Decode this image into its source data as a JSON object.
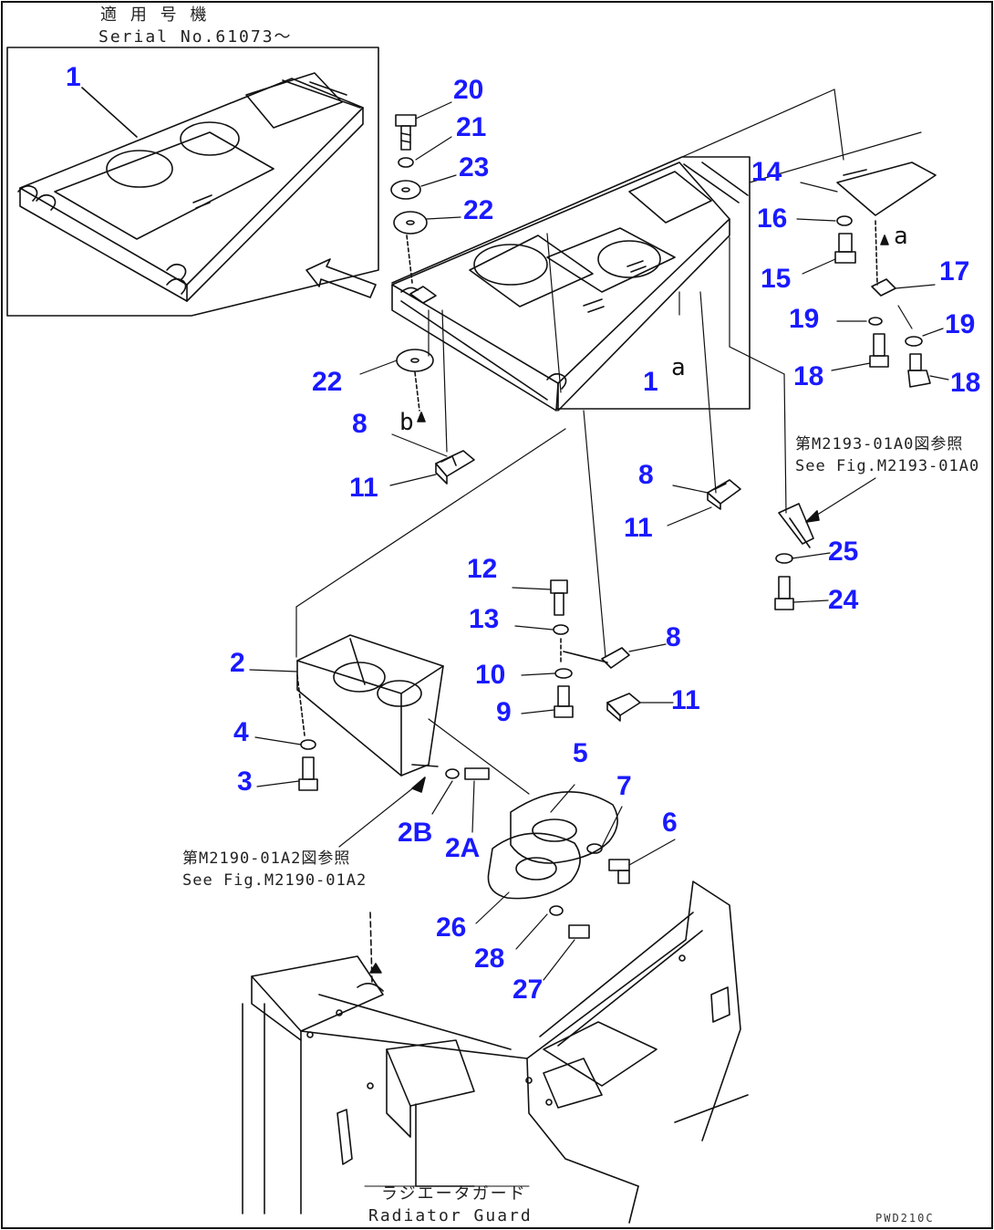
{
  "applicability": {
    "jp": "適 用 号 機",
    "serial": "Serial No.61073～"
  },
  "notes": {
    "ref_m2193_jp": "第M2193-01A0図参照",
    "ref_m2193_en": "See Fig.M2193-01A0",
    "ref_m2190_jp": "第M2190-01A2図参照",
    "ref_m2190_en": "See Fig.M2190-01A2",
    "radiator_guard_jp": "ラジエータガード",
    "radiator_guard_en": "Radiator Guard"
  },
  "drawing_code": "PWD210C",
  "view_letters": {
    "a": "a",
    "b": "b"
  },
  "callouts": {
    "c1_inset": "1",
    "c1_main": "1",
    "c2": "2",
    "c2A": "2A",
    "c2B": "2B",
    "c3": "3",
    "c4": "4",
    "c5": "5",
    "c6": "6",
    "c7": "7",
    "c8_left": "8",
    "c8_right": "8",
    "c8_lower": "8",
    "c9": "9",
    "c10": "10",
    "c11_left": "11",
    "c11_right": "11",
    "c11_lower": "11",
    "c12": "12",
    "c13": "13",
    "c14": "14",
    "c15": "15",
    "c16": "16",
    "c17": "17",
    "c18_left": "18",
    "c18_right": "18",
    "c19_left": "19",
    "c19_right": "19",
    "c20": "20",
    "c21": "21",
    "c22_top": "22",
    "c22_bottom": "22",
    "c23": "23",
    "c24": "24",
    "c25": "25",
    "c26": "26",
    "c27": "27",
    "c28": "28"
  },
  "colors": {
    "callout": "#1a1aff",
    "line": "#111111"
  }
}
